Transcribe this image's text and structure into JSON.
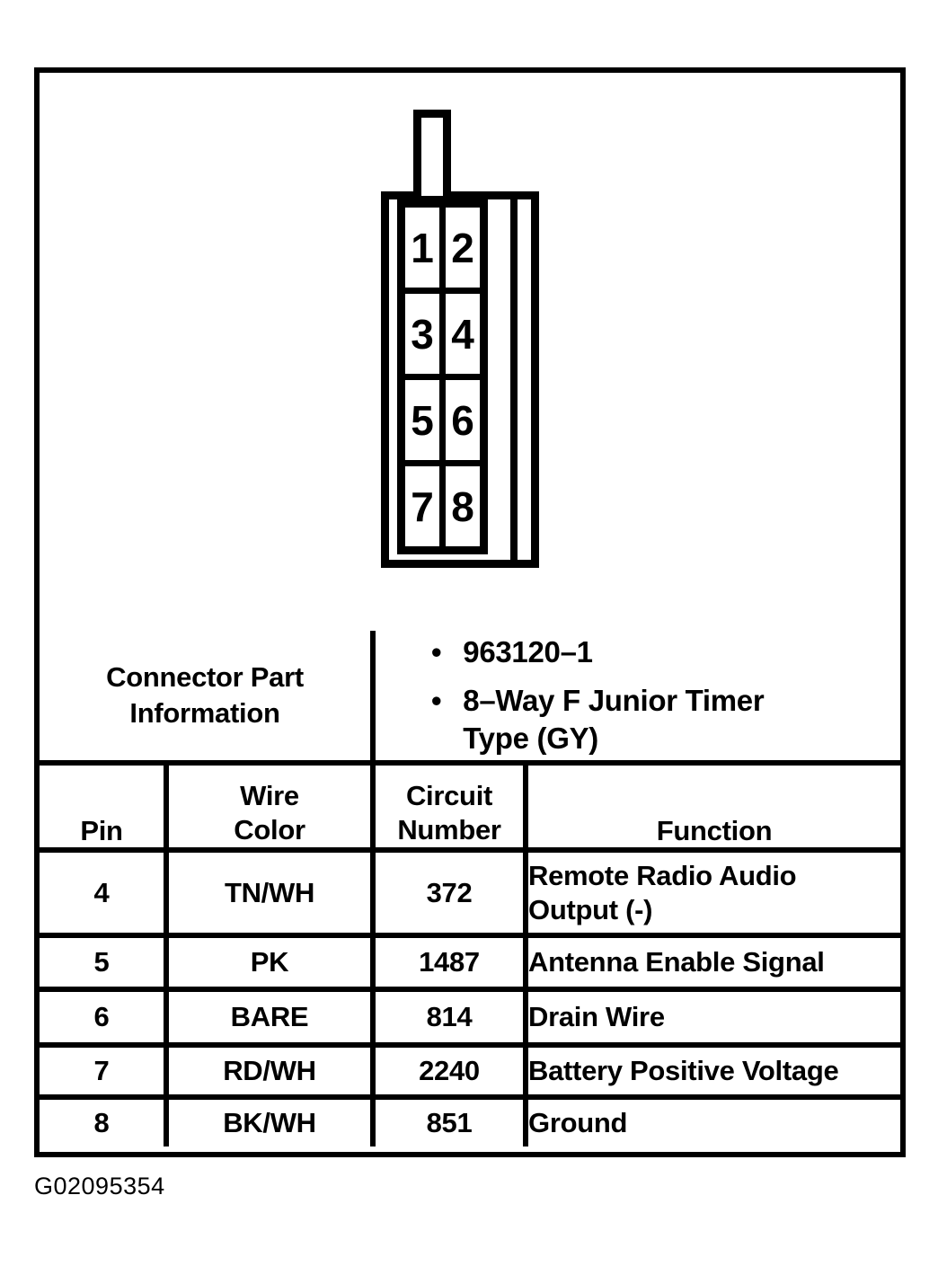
{
  "colors": {
    "ink": "#000000",
    "paper": "#ffffff"
  },
  "figure_id": "G02095354",
  "connector_diagram": {
    "description": "8-way connector face view",
    "pins": [
      "1",
      "2",
      "3",
      "4",
      "5",
      "6",
      "7",
      "8"
    ]
  },
  "connector_part_information": {
    "title_lines": [
      "Connector Part",
      "Information"
    ],
    "items": [
      "963120–1",
      "8–Way F Junior Timer Type (GY)"
    ]
  },
  "pin_table": {
    "headers": {
      "pin": "Pin",
      "wire_color": "Wire Color",
      "circuit_number": "Circuit Number",
      "function": "Function"
    },
    "rows": [
      {
        "pin": "4",
        "wire_color": "TN/WH",
        "circuit_number": "372",
        "function": "Remote Radio Audio Output (-)"
      },
      {
        "pin": "5",
        "wire_color": "PK",
        "circuit_number": "1487",
        "function": "Antenna Enable Signal"
      },
      {
        "pin": "6",
        "wire_color": "BARE",
        "circuit_number": "814",
        "function": "Drain Wire"
      },
      {
        "pin": "7",
        "wire_color": "RD/WH",
        "circuit_number": "2240",
        "function": "Battery Positive Voltage"
      },
      {
        "pin": "8",
        "wire_color": "BK/WH",
        "circuit_number": "851",
        "function": "Ground"
      }
    ]
  }
}
